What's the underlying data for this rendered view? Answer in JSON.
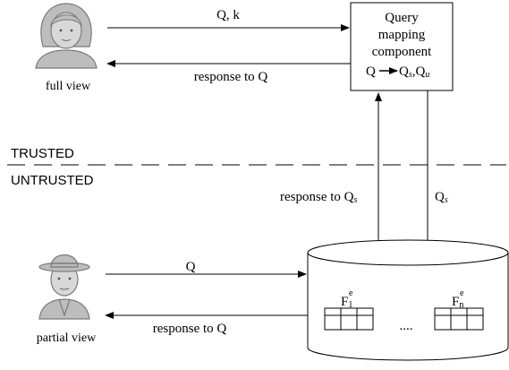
{
  "top_user": {
    "label": "full view",
    "request": "Q, k",
    "response": "response to Q"
  },
  "qmc": {
    "line1": "Query",
    "line2": "mapping",
    "line3": "component",
    "map_from": "Q",
    "map_to_main": "Q",
    "map_to_sub1": "s",
    "map_to_sep": ",",
    "map_to_main2": "Q",
    "map_to_sub2": "u"
  },
  "boundary": {
    "trusted": "TRUSTED",
    "untrusted": "UNTRUSTED"
  },
  "middle": {
    "response_main": "response to Q",
    "response_sub": "s",
    "query_main": "Q",
    "query_sub": "s"
  },
  "bottom_user": {
    "label": "partial view",
    "request": "Q",
    "response": "response to Q"
  },
  "database": {
    "f1_main": "F",
    "f1_sub": "1",
    "f1_sup": "e",
    "fn_main": "F",
    "fn_sub": "n",
    "fn_sup": "e",
    "ellipsis": "...."
  },
  "colors": {
    "stroke": "#000000",
    "person_fill": "#bdbdbd",
    "person_stroke": "#7a7a7a",
    "background": "#ffffff"
  }
}
